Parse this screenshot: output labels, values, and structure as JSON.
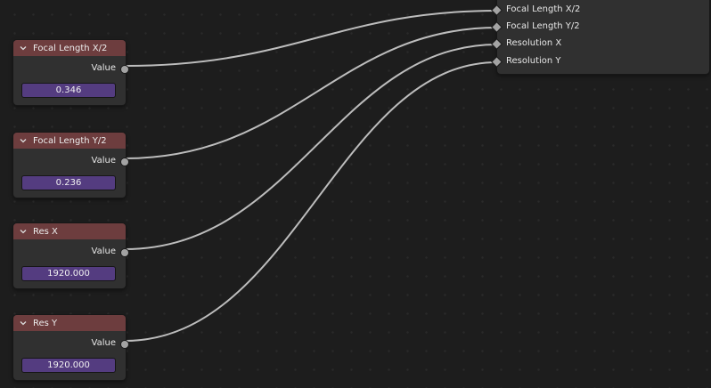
{
  "value_nodes": [
    {
      "title": "Focal Length X/2",
      "output_label": "Value",
      "value": "0.346"
    },
    {
      "title": "Focal Length Y/2",
      "output_label": "Value",
      "value": "0.236"
    },
    {
      "title": "Res X",
      "output_label": "Value",
      "value": "1920.000"
    },
    {
      "title": "Res Y",
      "output_label": "Value",
      "value": "1920.000"
    }
  ],
  "group_node": {
    "inputs": [
      "Focal Length X/2",
      "Focal Length Y/2",
      "Resolution X",
      "Resolution Y"
    ]
  },
  "colors": {
    "canvas_background": "#1d1d1d",
    "node_body": "#303030",
    "input_node_header": "#6d3d3e",
    "value_field": "#543c80",
    "socket": "#a3a3a3",
    "link": "#bdbdbd"
  },
  "icons": {
    "collapse": "chevron-down-icon",
    "output_socket": "socket-circle-icon",
    "input_socket": "socket-diamond-icon"
  }
}
